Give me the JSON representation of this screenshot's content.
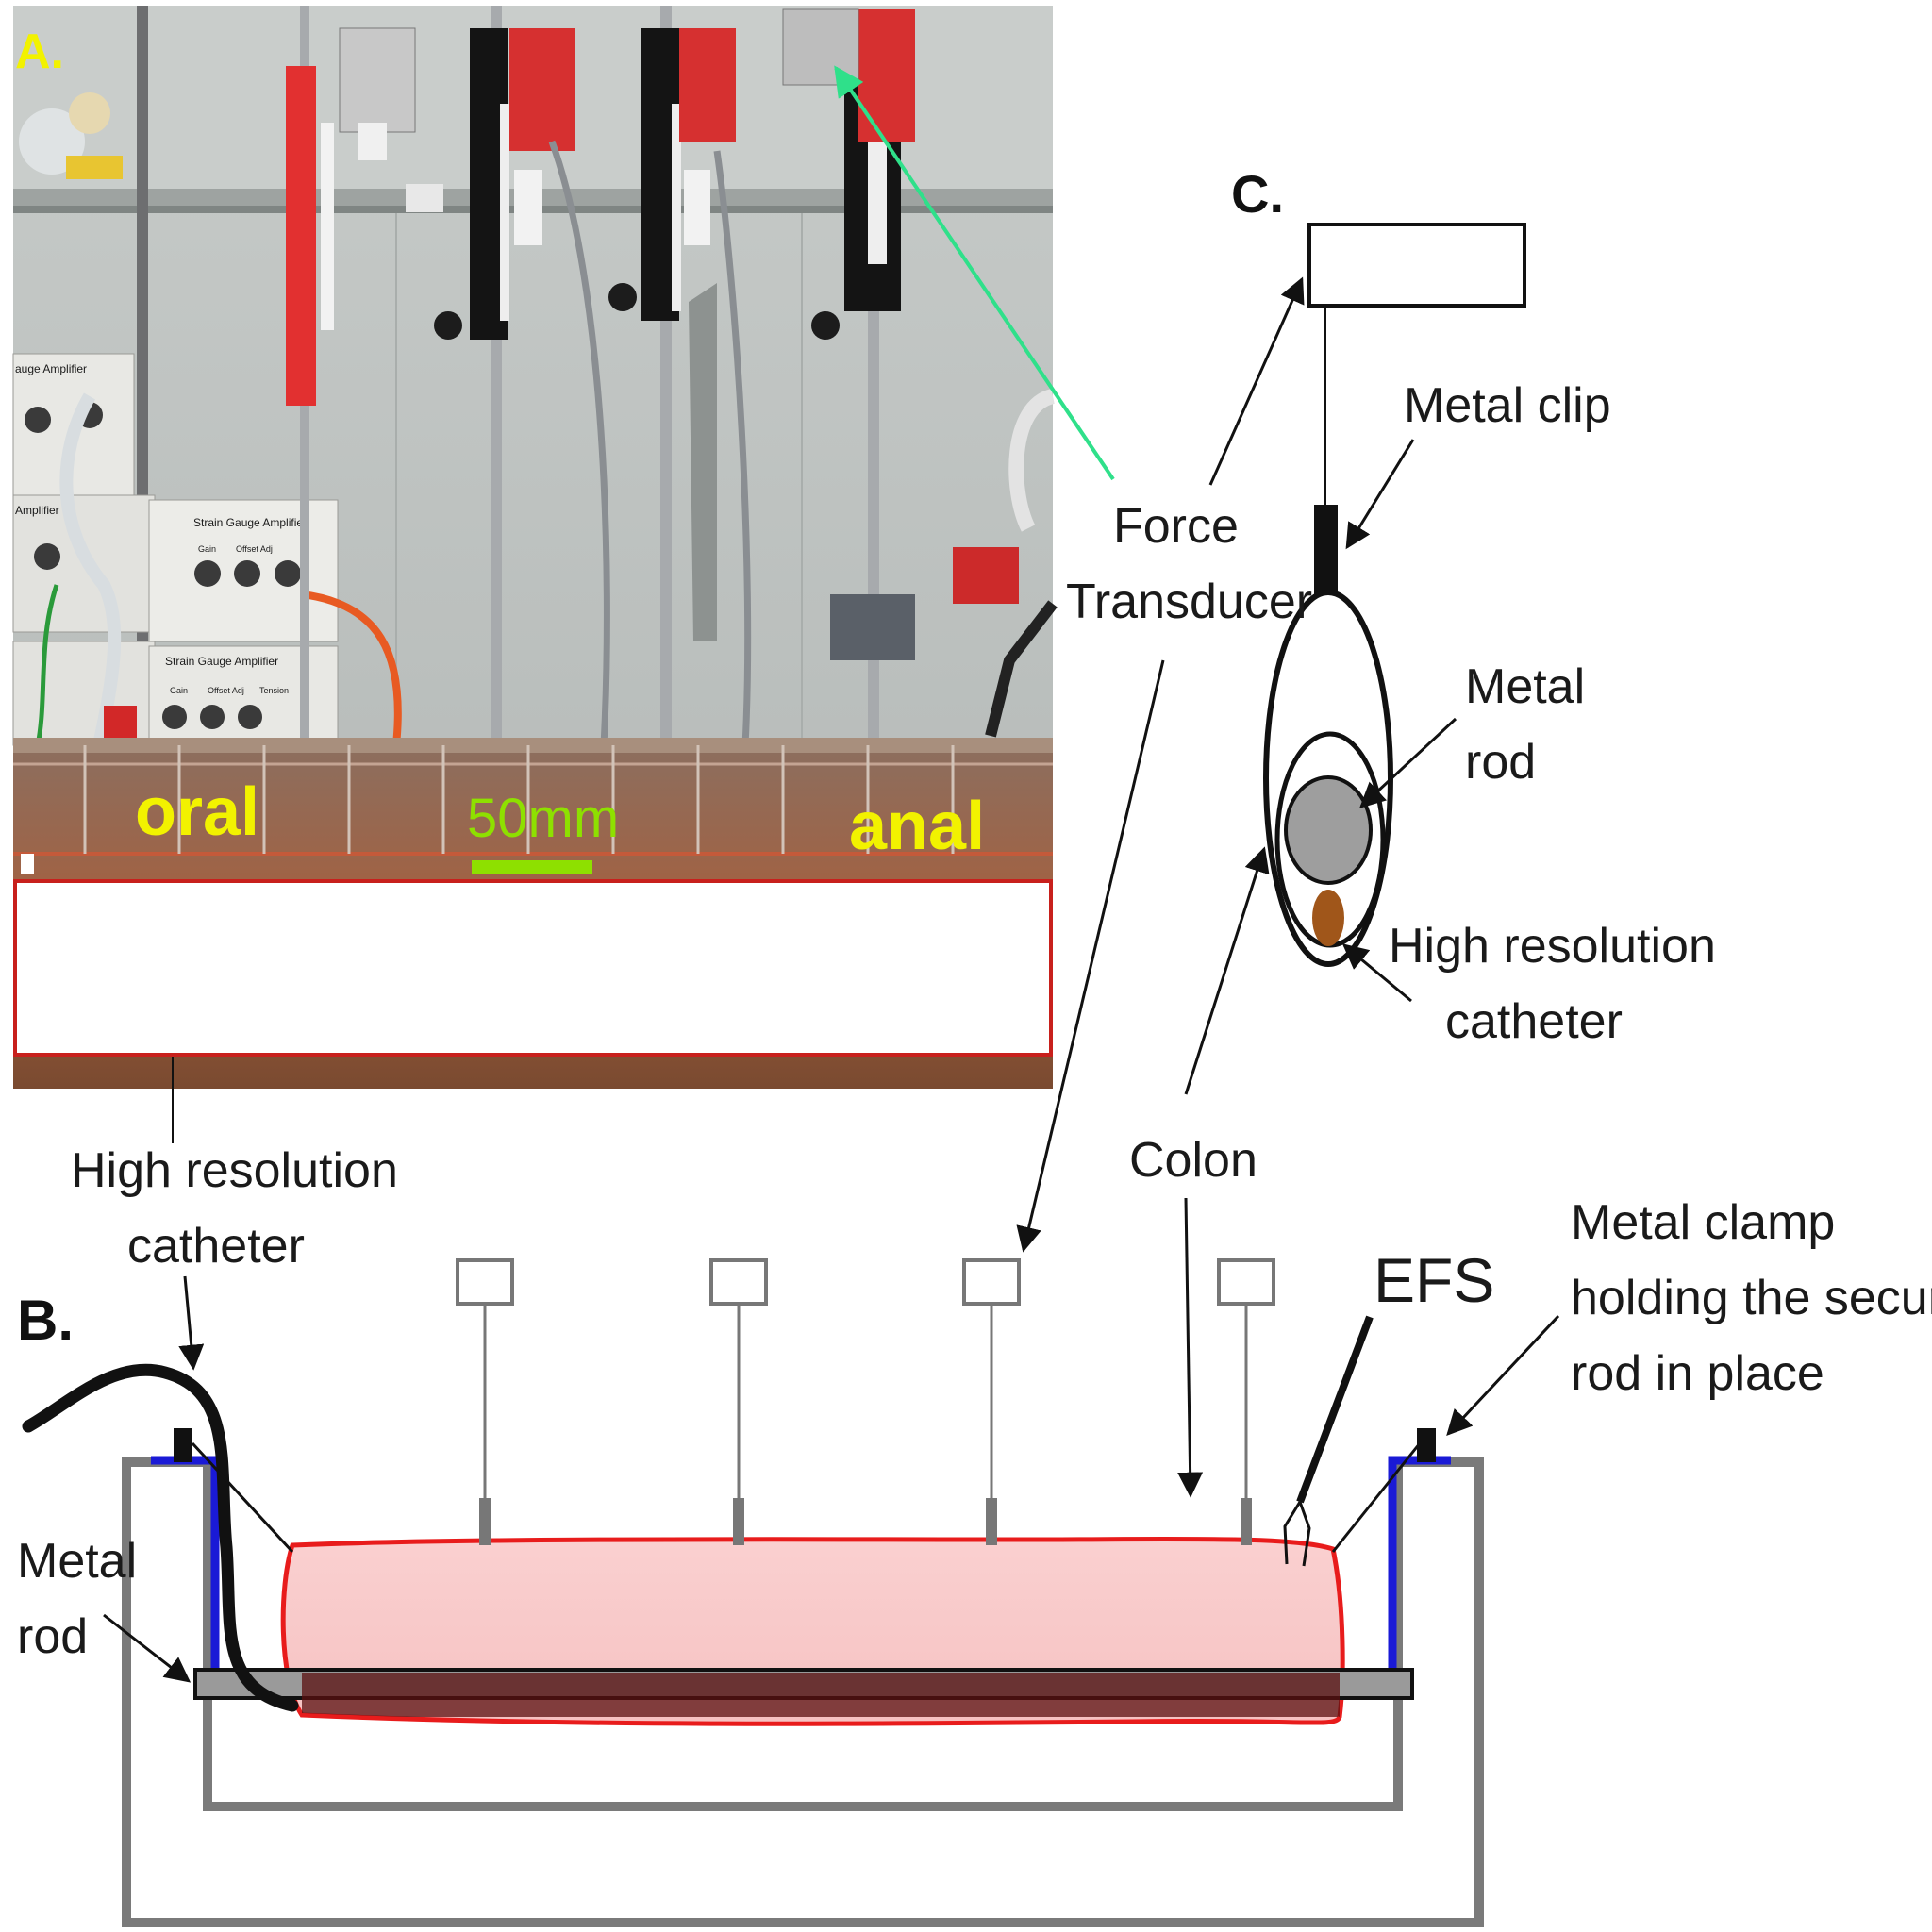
{
  "panel_letters": {
    "a": "A.",
    "b": "B.",
    "c": "C."
  },
  "photo": {
    "oral": "oral",
    "anal": "anal",
    "scale_bar": "50mm",
    "amplifier_top": "Strain Gauge Amplifier",
    "amplifier_bottom": "Strain Gauge Amplifier",
    "amplifier_partial": "auge Amplifier",
    "gain": "Gain",
    "offset_adj": "Offset Adj",
    "tension": "Tension",
    "amplifier_small": "Amplifier",
    "label_yellow": "#f2f200",
    "label_green": "#8ee000",
    "arrow_color": "#2fe08a"
  },
  "labels": {
    "force_transducer_1": "Force",
    "force_transducer_2": "Transducer",
    "metal_clip": "Metal clip",
    "metal_rod_c_1": "Metal",
    "metal_rod_c_2": "rod",
    "catheter_c_1": "High resolution",
    "catheter_c_2": "catheter",
    "catheter_b_1": "High resolution",
    "catheter_b_2": "catheter",
    "colon": "Colon",
    "efs": "EFS",
    "clamp_1": "Metal clamp",
    "clamp_2": "holding the securing",
    "clamp_3": "rod in place",
    "metal_rod_b_1": "Metal",
    "metal_rod_b_2": "rod"
  },
  "colors": {
    "colon_fill": "#f8c8c8",
    "colon_stroke": "#e81c1c",
    "bath_frame": "#7a7a7a",
    "clamp_blue": "#1a1ad6",
    "rod_grey": "#9a9a9a",
    "catheter_brown": "#a0561a"
  }
}
